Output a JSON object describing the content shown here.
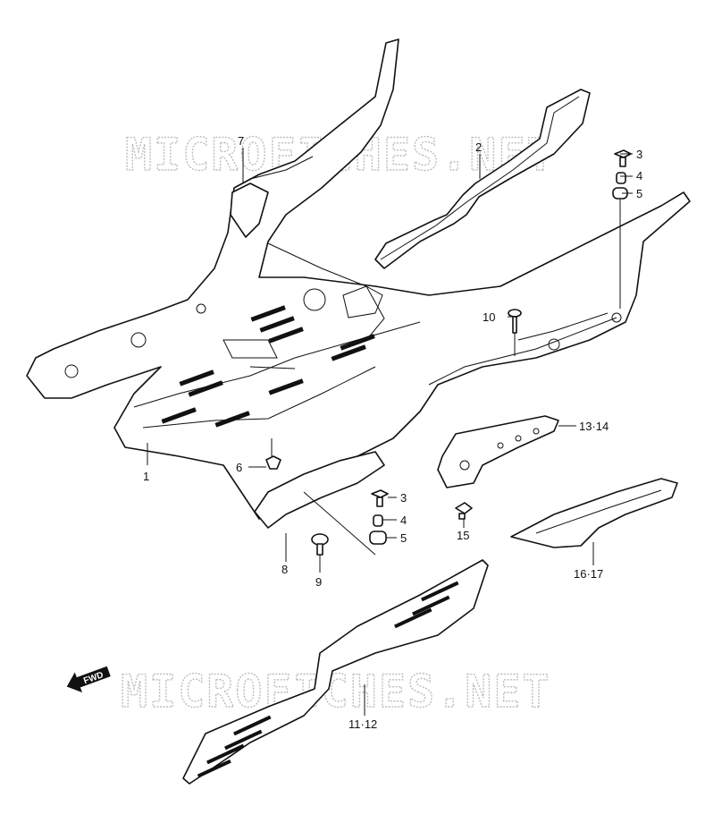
{
  "watermarks": [
    "MICROFICHES.NET",
    "MICROFICHES.NET"
  ],
  "fwd_label": "FWD",
  "callouts": [
    {
      "id": "7",
      "text": "7"
    },
    {
      "id": "2",
      "text": "2"
    },
    {
      "id": "3a",
      "text": "3"
    },
    {
      "id": "4a",
      "text": "4"
    },
    {
      "id": "5a",
      "text": "5"
    },
    {
      "id": "10",
      "text": "10"
    },
    {
      "id": "13-14",
      "text": "13·14"
    },
    {
      "id": "1",
      "text": "1"
    },
    {
      "id": "6",
      "text": "6"
    },
    {
      "id": "3b",
      "text": "3"
    },
    {
      "id": "4b",
      "text": "4"
    },
    {
      "id": "5b",
      "text": "5"
    },
    {
      "id": "15",
      "text": "15"
    },
    {
      "id": "8",
      "text": "8"
    },
    {
      "id": "9",
      "text": "9"
    },
    {
      "id": "16-17",
      "text": "16·17"
    },
    {
      "id": "11-12",
      "text": "11·12"
    }
  ]
}
